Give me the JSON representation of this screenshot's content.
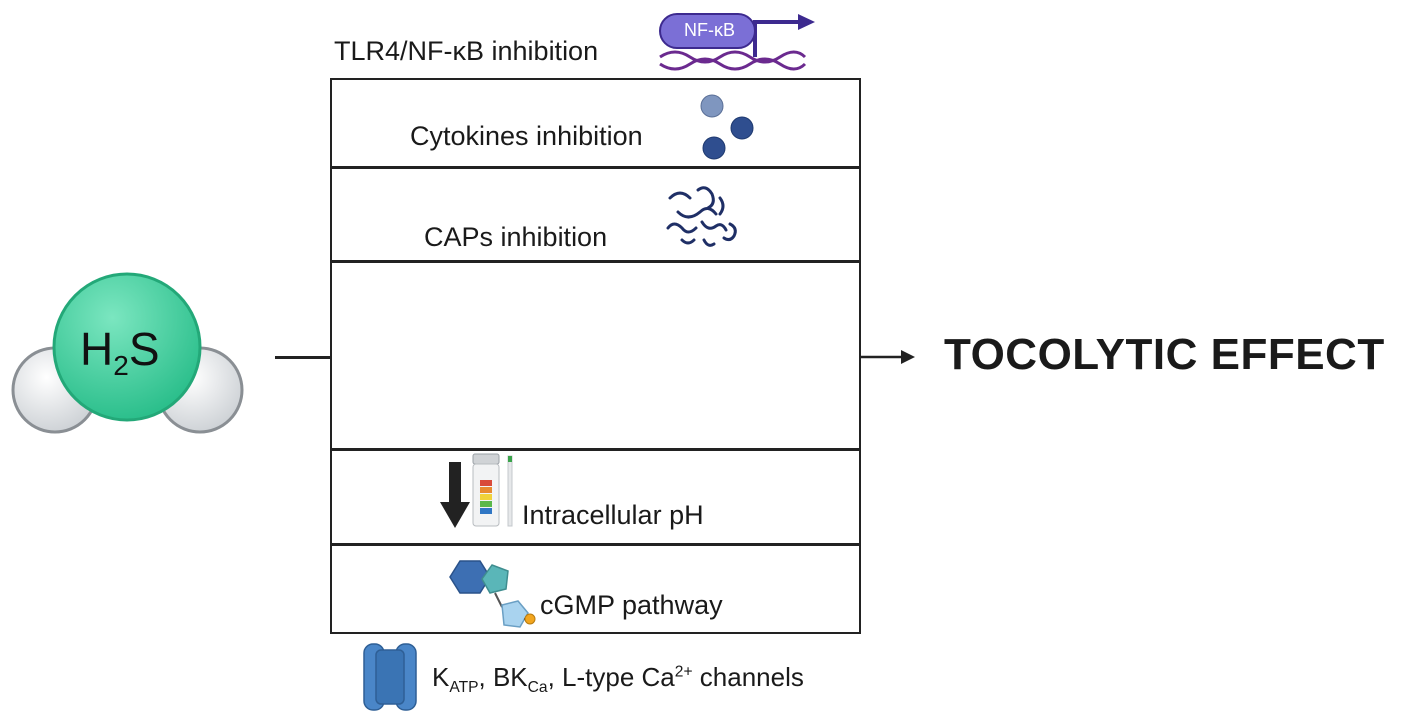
{
  "molecule": {
    "label_main": "H",
    "label_sub": "2",
    "label_end": "S",
    "color_center": "#3fcf9c",
    "color_side": "#d9dcdf"
  },
  "steps": [
    {
      "label": "TLR4/NF-κB inhibition",
      "icon": "nf-kb-gene-icon",
      "badge": "NF-κB"
    },
    {
      "label": "Cytokines inhibition",
      "icon": "cytokine-spheres-icon"
    },
    {
      "label": "CAPs inhibition",
      "icon": "protein-squiggle-icon"
    },
    {
      "label": "",
      "icon": ""
    },
    {
      "label": "Intracellular pH",
      "icon": "ph-strip-icon"
    },
    {
      "label": "cGMP pathway",
      "icon": "cgmp-molecule-icon"
    }
  ],
  "channels": {
    "k_main": "K",
    "k_sub": "ATP",
    "sep1": ", ",
    "bk_main": "BK",
    "bk_sub": "Ca",
    "rest": ", L-type Ca",
    "ca_sup": "2+",
    "end": " channels"
  },
  "outcome": {
    "label": "TOCOLYTIC EFFECT"
  },
  "colors": {
    "nfkb": "#7b6fd6",
    "dna": "#6b2a8f",
    "sphere": "#2f4e8f",
    "channel": "#4a86c8"
  }
}
